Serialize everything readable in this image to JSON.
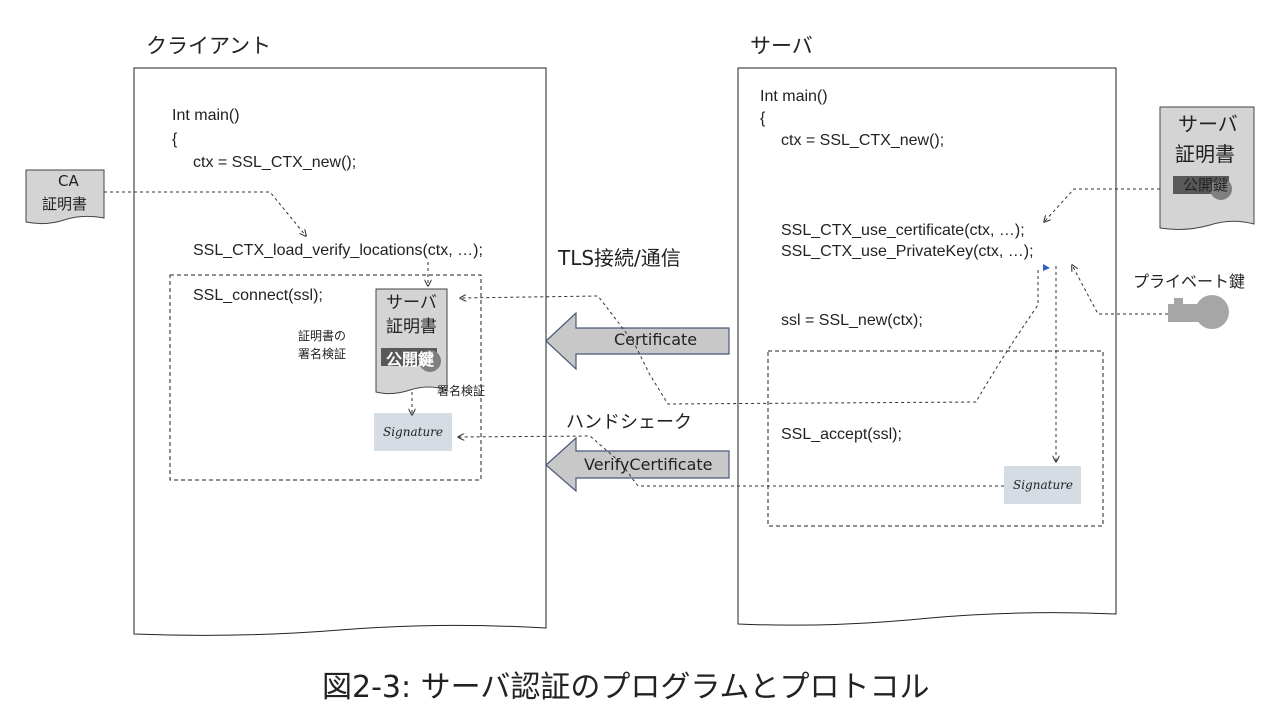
{
  "client": {
    "title": "クライアント",
    "code": {
      "main": "Int main()",
      "brace": "{",
      "ctx_new": "ctx = SSL_CTX_new();",
      "load_verify": "SSL_CTX_load_verify_locations(ctx, …);",
      "connect": "SSL_connect(ssl);"
    },
    "verify_note_line1": "証明書の",
    "verify_note_line2": "署名検証",
    "sig_verify_label": "署名検証",
    "received_cert": {
      "line1": "サーバ",
      "line2": "証明書",
      "pubkey": "公開鍵"
    },
    "signature": "Signature"
  },
  "server": {
    "title": "サーバ",
    "code": {
      "main": "Int main()",
      "brace": "{",
      "ctx_new": "ctx = SSL_CTX_new();",
      "use_cert": "SSL_CTX_use_certificate(ctx, …);",
      "use_key": "SSL_CTX_use_PrivateKey(ctx, …);",
      "ssl_new": "ssl = SSL_new(ctx);",
      "accept": "SSL_accept(ssl);"
    },
    "cert_doc": {
      "line1": "サーバ",
      "line2": "証明書",
      "pubkey": "公開鍵"
    },
    "private_key_label": "プライベート鍵",
    "signature": "Signature"
  },
  "ca_cert": {
    "line1": "CA",
    "line2": "証明書"
  },
  "middle": {
    "tls_label": "TLS接続/通信",
    "handshake_label": "ハンドシェーク",
    "cert_arrow": "Certificate",
    "verify_arrow": "VerifyCertificate"
  },
  "caption": "図2-3: サーバ認証のプログラムとプロトコル",
  "colors": {
    "arrow_fill": "#c8c8c8",
    "arrow_stroke": "#4a5a7a",
    "doc_fill": "#d4d4d4",
    "signature_bg": "#d6dce4",
    "key_fill": "#a6a6a6"
  }
}
